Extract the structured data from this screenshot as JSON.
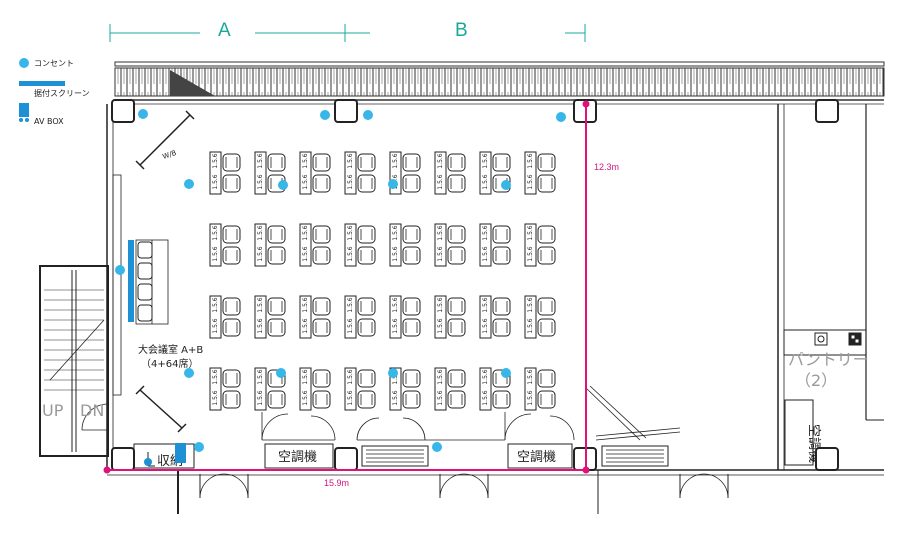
{
  "zones": {
    "a": "A",
    "b": "B"
  },
  "legend": {
    "outlet": "コンセント",
    "screen": "据付スクリーン",
    "av_box": "AV BOX"
  },
  "room": {
    "name": "大会議室 A+B",
    "capacity": "（4+64席）"
  },
  "whiteboard": "W/B",
  "desk_number": "1.5.6",
  "dimensions": {
    "depth": "12.3m",
    "width": "15.9m"
  },
  "pantry": {
    "name": "パントリー",
    "number": "（2）"
  },
  "air_conditioner": "空調機",
  "storage": "収納",
  "stairs": {
    "up": "UP",
    "down": "DN"
  },
  "colors": {
    "outlet": "#38b6e8",
    "screen": "#1e90d6",
    "dimension_line": "#e0127a",
    "zone_label": "#1aa89a",
    "line": "#222222"
  }
}
